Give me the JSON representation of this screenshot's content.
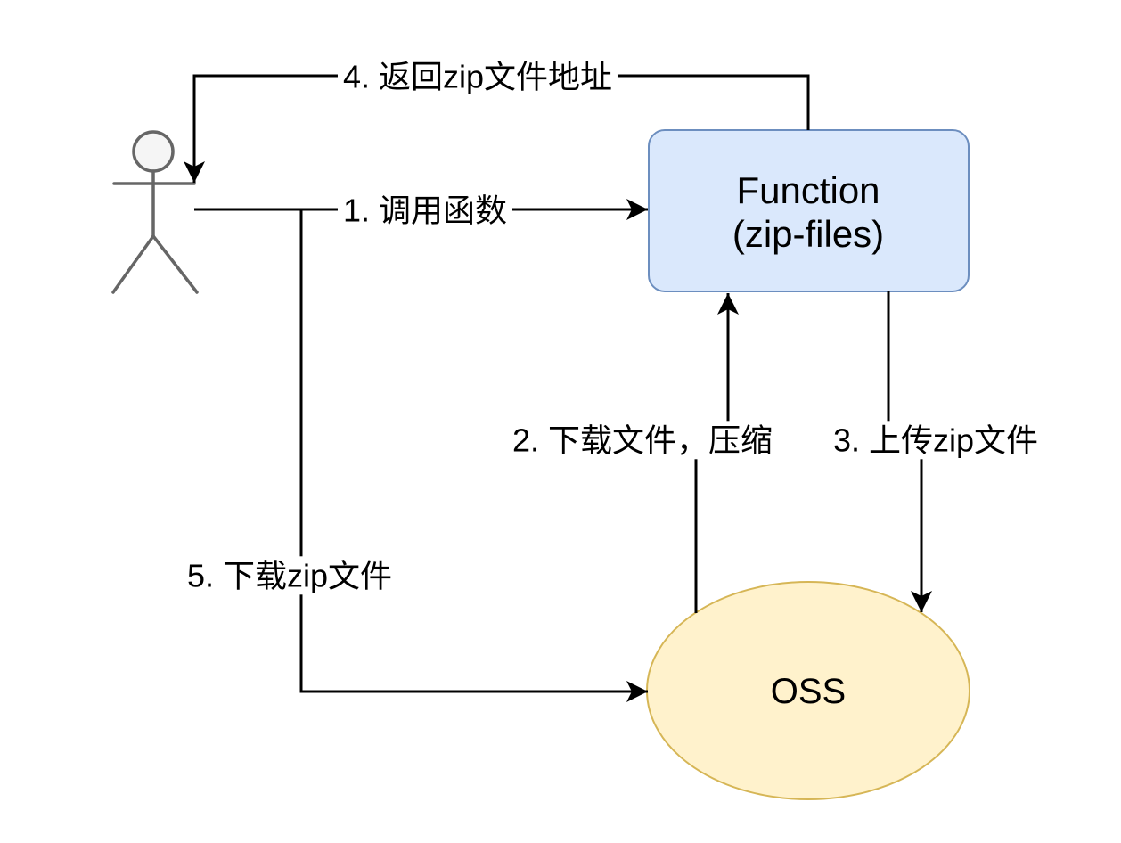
{
  "page": {
    "background": "#ffffff"
  },
  "diagram": {
    "type": "flow-diagram",
    "nodes": {
      "actor": {
        "shape": "stick-figure",
        "stroke": "#666666",
        "head_fill": "#f5f5f5"
      },
      "function": {
        "label_line1": "Function",
        "label_line2": "(zip-files)",
        "shape": "rounded-rectangle",
        "fill": "#dae8fc",
        "stroke": "#6c8ebf",
        "text_color": "#000000"
      },
      "oss": {
        "label": "OSS",
        "shape": "ellipse",
        "fill": "#fff2cc",
        "stroke": "#d6b656",
        "text_color": "#000000"
      }
    },
    "edges": {
      "color": "#000000",
      "call_function": {
        "label": "1. 调用函数",
        "from": "actor",
        "to": "function"
      },
      "download_compress": {
        "label": "2. 下载文件，压缩",
        "from": "oss",
        "to": "function"
      },
      "upload_zip": {
        "label": "3. 上传zip文件",
        "from": "function",
        "to": "oss"
      },
      "return_zip_url": {
        "label": "4. 返回zip文件地址",
        "from": "function",
        "to": "actor"
      },
      "download_zip": {
        "label": "5. 下载zip文件",
        "from": "actor",
        "to": "oss"
      }
    }
  }
}
